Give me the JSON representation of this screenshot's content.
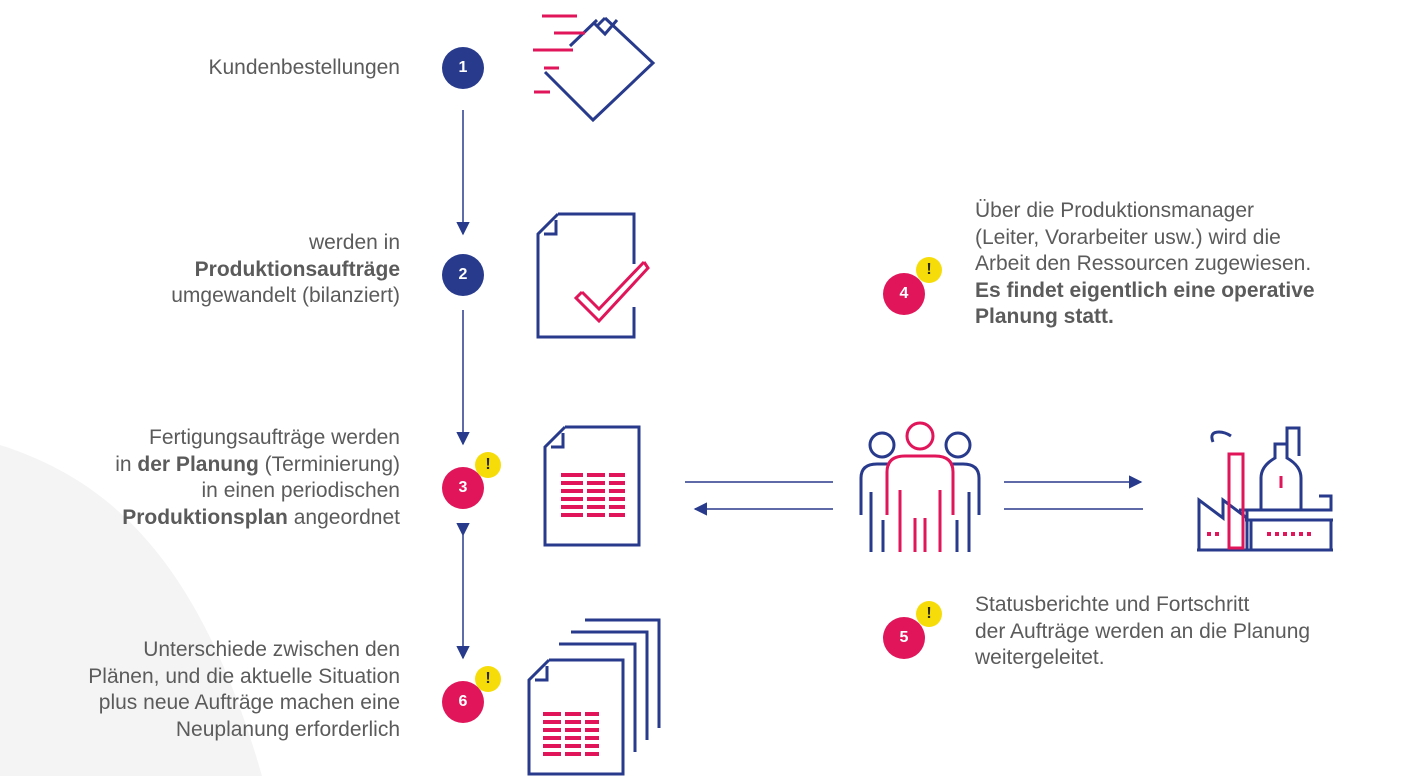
{
  "steps": {
    "s1": {
      "number": "1",
      "text": "Kundenbestellungen"
    },
    "s2": {
      "number": "2",
      "line1": "werden in",
      "line2": "Produktionsaufträge",
      "line3": "umgewandelt (bilanziert)"
    },
    "s3": {
      "number": "3",
      "badge": "!",
      "line1": "Fertigungsaufträge werden",
      "line2_pre": "in ",
      "line2_bold": "der Planung",
      "line2_post": " (Terminierung)",
      "line3": "in einen periodischen",
      "line4_bold": "Produktionsplan",
      "line4_post": " angeordnet"
    },
    "s4": {
      "number": "4",
      "badge": "!",
      "line1": "Über die Produktionsmanager",
      "line2": "(Leiter, Vorarbeiter usw.) wird die",
      "line3": "Arbeit den Ressourcen zugewiesen.",
      "line4_bold": "Es findet eigentlich eine operative",
      "line5_bold": "Planung statt."
    },
    "s5": {
      "number": "5",
      "badge": "!",
      "line1": "Statusberichte und Fortschritt",
      "line2": "der Aufträge werden an die Planung",
      "line3": "weitergeleitet."
    },
    "s6": {
      "number": "6",
      "badge": "!",
      "line1": "Unterschiede zwischen den",
      "line2": "Plänen, und die aktuelle Situation",
      "line3": "plus neue Aufträge machen eine",
      "line4": "Neuplanung erforderlich"
    }
  },
  "icons": [
    "orders-tag-icon",
    "approved-document-icon",
    "schedule-document-icon",
    "team-icon",
    "factory-icon",
    "document-stack-icon"
  ],
  "colors": {
    "navy": "#283a8c",
    "pink": "#e0155a",
    "yellow": "#f6dd0a",
    "text": "#5b5b5b"
  }
}
